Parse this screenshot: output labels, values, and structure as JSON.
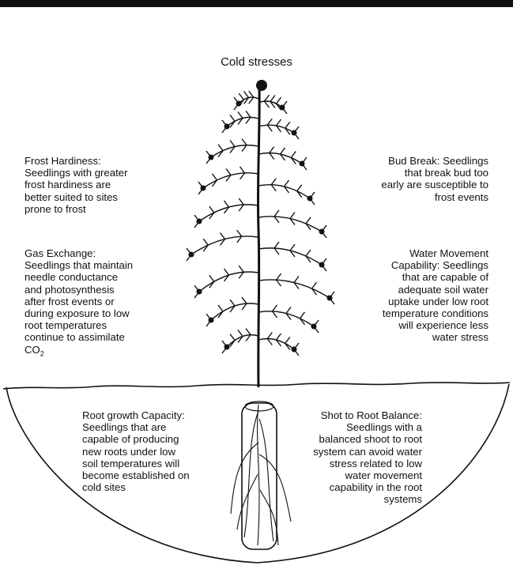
{
  "figure": {
    "title": "Cold stresses",
    "labels": {
      "frost_hardiness": "Frost Hardiness:\nSeedlings with greater\nfrost hardiness are\nbetter suited to sites\nprone to frost",
      "bud_break": "Bud Break: Seedlings\nthat break bud too\nearly are susceptible to\nfrost events",
      "gas_exchange": "Gas Exchange:\nSeedlings that maintain\nneedle conductance\nand photosynthesis\nafter frost events or\nduring exposure to low\nroot temperatures\ncontinue to assimilate",
      "gas_exchange_co2": "CO",
      "gas_exchange_co2_sub": "2",
      "water_movement": "Water Movement\nCapability: Seedlings\nthat are capable of\nadequate soil water\nuptake under low root\ntemperature conditions\nwill experience less\nwater stress",
      "root_growth": "Root growth Capacity:\nSeedlings that are\ncapable of producing\nnew roots under low\nsoil temperatures will\nbecome established on\ncold sites",
      "shoot_root": "Shot to Root Balance:\nSeedlings with a\nbalanced shoot to root\nsystem can avoid water\nstress related to low\nwater movement\ncapability in the root\nsystems"
    }
  }
}
